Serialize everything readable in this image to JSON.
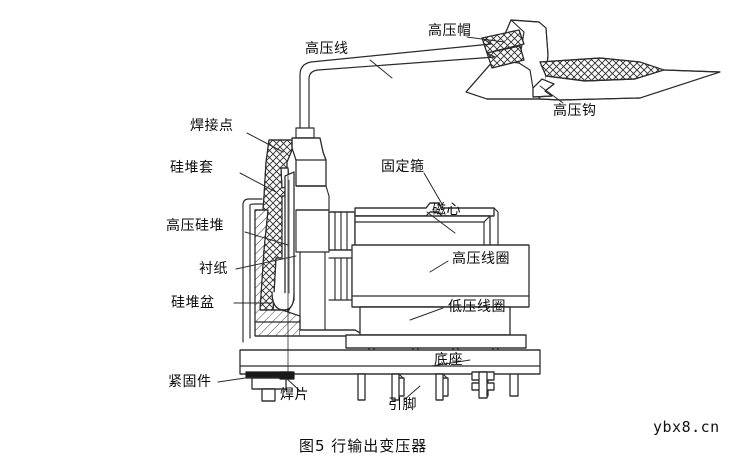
{
  "figure": {
    "caption": "图5  行输出变压器",
    "watermark": "ybx8.cn",
    "background_color": "#ffffff",
    "line_color": "#2b2b2b",
    "text_color": "#0d0d0d"
  },
  "labels": {
    "hv_cap": "高压帽",
    "hv_wire": "高压线",
    "hv_hook": "高压钩",
    "solder_point": "焊接点",
    "silicon_sleeve": "硅堆套",
    "fixing_hoop": "固定箍",
    "hv_silicon_stack": "高压硅堆",
    "magnetic_core": "磁心",
    "lining_paper": "衬纸",
    "hv_coil": "高压线圈",
    "silicon_basin": "硅堆盆",
    "lv_coil": "低压线圈",
    "fastener": "紧固件",
    "base": "底座",
    "solder_lug": "焊片",
    "pin": "引脚"
  }
}
